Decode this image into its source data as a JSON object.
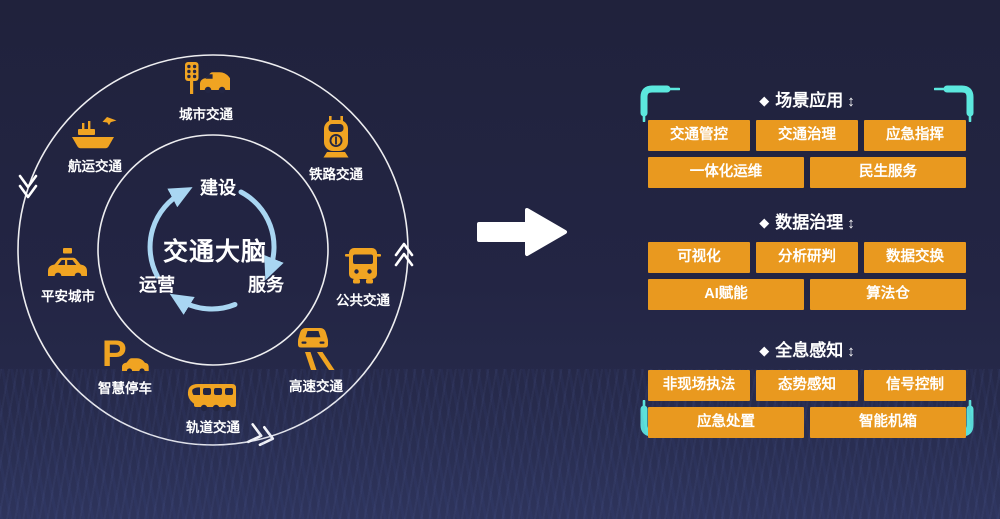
{
  "colors": {
    "background": "#222441",
    "block_orange": "#E9991F",
    "icon_orange": "#F0A422",
    "bracket_cyan": "#5CE8DE",
    "cycle_arrow_blue": "#A9D6F2",
    "text_white": "#FFFFFF"
  },
  "hub": {
    "center_title": "交通大脑",
    "cycle_steps": [
      {
        "label": "建设"
      },
      {
        "label": "服务"
      },
      {
        "label": "运营"
      }
    ],
    "ring_items": [
      {
        "label": "城市交通",
        "icon": "city-traffic-icon"
      },
      {
        "label": "铁路交通",
        "icon": "railway-traffic-icon"
      },
      {
        "label": "公共交通",
        "icon": "public-transit-icon"
      },
      {
        "label": "高速交通",
        "icon": "highway-traffic-icon"
      },
      {
        "label": "轨道交通",
        "icon": "rail-transit-icon"
      },
      {
        "label": "智慧停车",
        "icon": "smart-parking-icon"
      },
      {
        "label": "平安城市",
        "icon": "safe-city-icon"
      },
      {
        "label": "航运交通",
        "icon": "shipping-traffic-icon"
      }
    ]
  },
  "panel": {
    "sections": [
      {
        "marker": "◆",
        "title": "场景应用",
        "arrow": "↕",
        "rows": [
          [
            "交通管控",
            "交通治理",
            "应急指挥"
          ],
          [
            "一体化运维",
            "民生服务"
          ]
        ]
      },
      {
        "marker": "◆",
        "title": "数据治理",
        "arrow": "↕",
        "rows": [
          [
            "可视化",
            "分析研判",
            "数据交换"
          ],
          [
            "AI赋能",
            "算法仓"
          ]
        ]
      },
      {
        "marker": "◆",
        "title": "全息感知",
        "arrow": "↕",
        "rows": [
          [
            "非现场执法",
            "态势感知",
            "信号控制"
          ],
          [
            "应急处置",
            "智能机箱"
          ]
        ]
      }
    ]
  }
}
